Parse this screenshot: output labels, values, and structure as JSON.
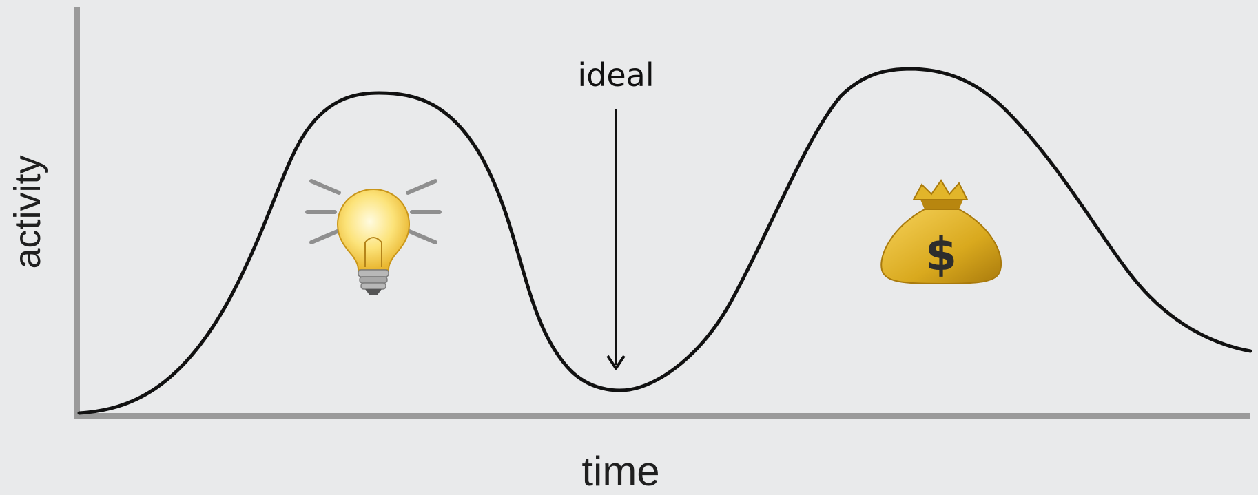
{
  "diagram": {
    "annotation": "ideal",
    "axes": {
      "x_label": "time",
      "y_label": "activity"
    },
    "curve": {
      "shape": "two humps with a dip between them",
      "color": "#111111"
    },
    "icons": [
      {
        "name": "light-bulb-icon",
        "meaning": "idea phase (first hump)"
      },
      {
        "name": "money-bag-icon",
        "meaning": "money phase (second hump)"
      }
    ],
    "money_symbol": "$",
    "colors": {
      "background": "#e9eaeb",
      "axis": "#9a9a9a",
      "curve": "#111111",
      "bag": "#d9a91e"
    }
  }
}
